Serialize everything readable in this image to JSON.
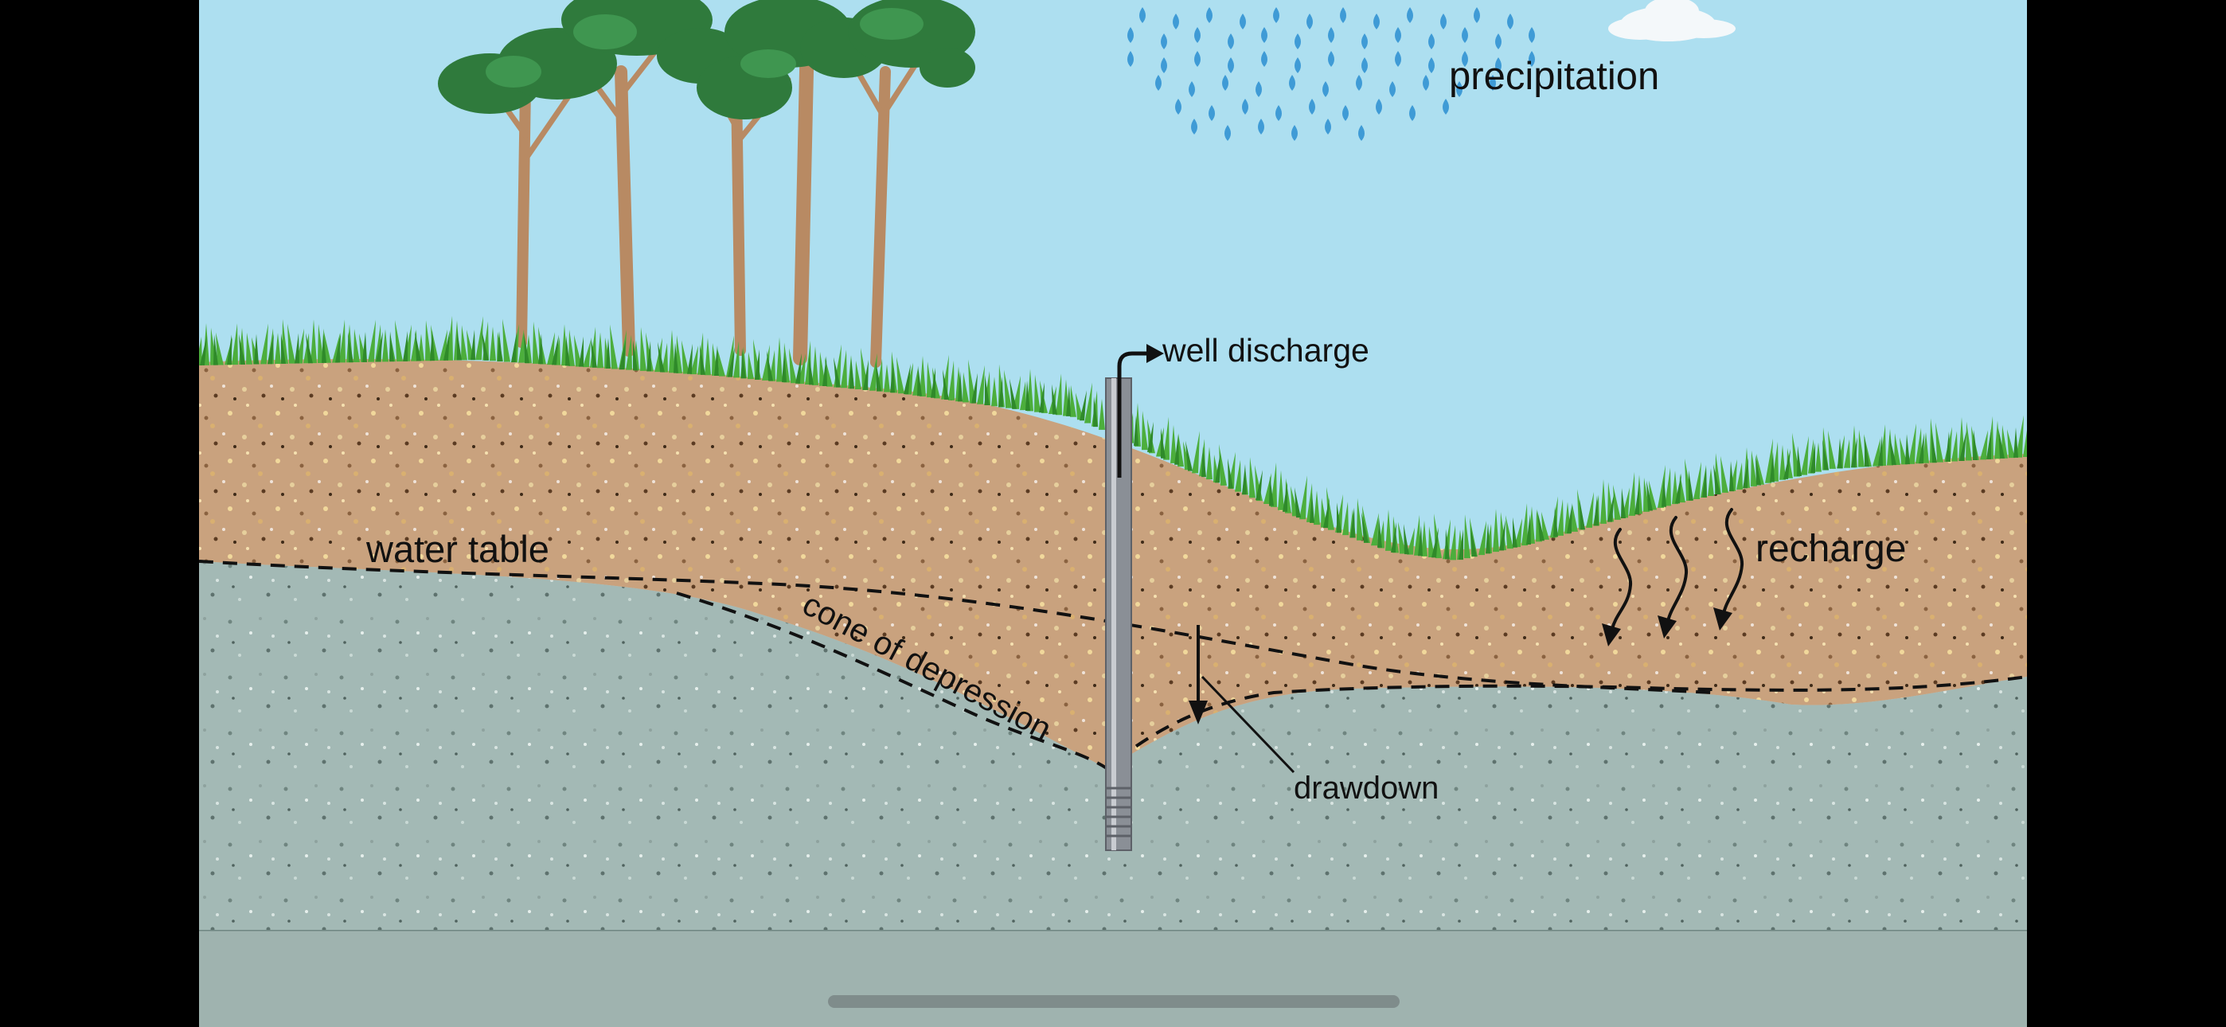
{
  "diagram": {
    "labels": {
      "precipitation": "precipitation",
      "well_discharge": "well discharge",
      "water_table": "water table",
      "cone_of_depression": "cone of depression",
      "recharge": "recharge",
      "drawdown": "drawdown"
    },
    "colors": {
      "sky": "#addff0",
      "soil": "#c9a27e",
      "saturated": "#a3b9b5",
      "bedrock": "#9fb3af",
      "grass": "#4cae3c",
      "rain": "#3f9bd6",
      "well_casing": "#8a8f96"
    },
    "icons": [
      "trees-icon",
      "cloud-icon",
      "rain-drops-icon",
      "grass-icon",
      "well-icon",
      "recharge-arrows-icon"
    ]
  }
}
